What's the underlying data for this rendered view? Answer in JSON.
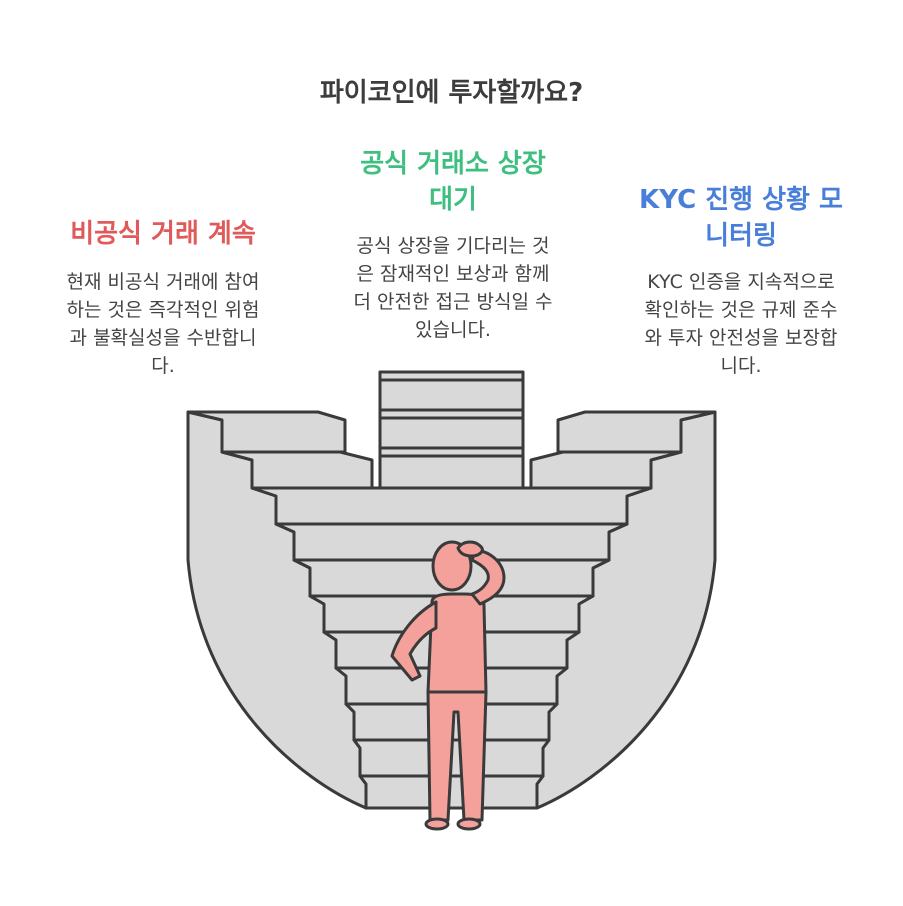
{
  "title": "파이코인에 투자할까요?",
  "colors": {
    "left": "#e05a5a",
    "middle": "#3fbf7f",
    "right": "#4a7fd9",
    "stair_fill": "#d9d9d9",
    "stair_stroke": "#3a3a3a",
    "person": "#f3a19a"
  },
  "options": {
    "left": {
      "title": "비공식 거래 계속",
      "body": [
        "현재 비공식 거래에 참여",
        "하는 것은 즉각적인 위험",
        "과 불확실성을 수반합니",
        "다."
      ]
    },
    "middle": {
      "title": [
        "공식 거래소 상장",
        "대기"
      ],
      "body": [
        "공식 상장을 기다리는 것",
        "은 잠재적인 보상과 함께",
        "더 안전한 접근 방식일 수",
        "있습니다."
      ]
    },
    "right": {
      "title": [
        "KYC 진행 상황 모",
        "니터링"
      ],
      "body": [
        "KYC 인증을 지속적으로",
        "확인하는 것은 규제 준수",
        "와 투자 안전성을 보장합",
        "니다."
      ]
    }
  }
}
